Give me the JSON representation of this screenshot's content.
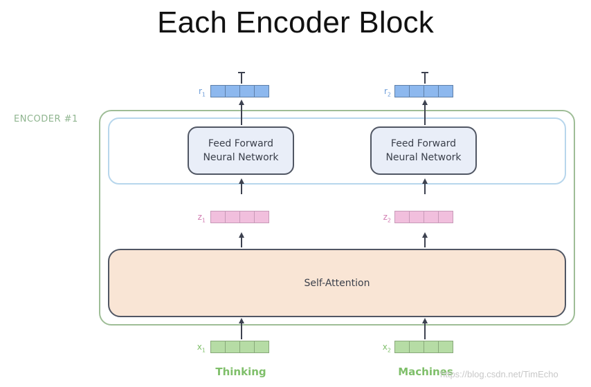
{
  "title": "Each Encoder Block",
  "encoder_label": "ENCODER #1",
  "feed_forward_label": "Feed Forward\nNeural Network",
  "self_attention_label": "Self-Attention",
  "columns": [
    {
      "word": "Thinking",
      "x": {
        "base": "x",
        "sub": "1"
      },
      "z": {
        "base": "z",
        "sub": "1"
      },
      "r": {
        "base": "r",
        "sub": "1"
      }
    },
    {
      "word": "Machines",
      "x": {
        "base": "x",
        "sub": "2"
      },
      "z": {
        "base": "z",
        "sub": "2"
      },
      "r": {
        "base": "r",
        "sub": "2"
      }
    }
  ],
  "watermark": "https://blog.csdn.net/TimEcho",
  "colors": {
    "output_vector": "#8db8ee",
    "attention_vector": "#f1bfdd",
    "input_vector": "#b6dca5",
    "encoder_border": "#9ebd96",
    "ffn_layer_border": "#b7d6ec",
    "ffn_box_fill": "#e9eef8",
    "self_attention_fill": "#f9e5d5"
  }
}
